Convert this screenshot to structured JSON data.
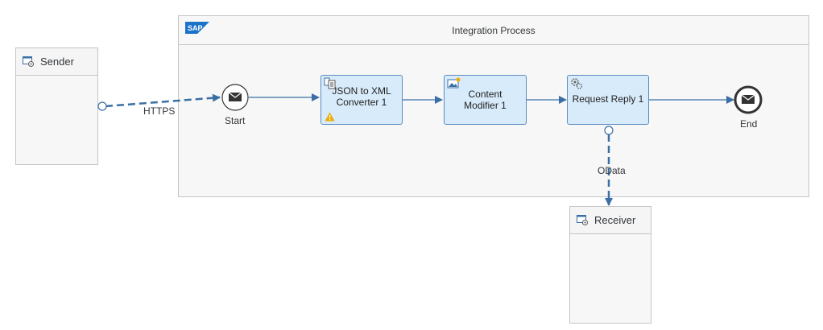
{
  "pool": {
    "title": "Integration Process",
    "logo_text": "SAP"
  },
  "sender": {
    "label": "Sender"
  },
  "receiver": {
    "label": "Receiver"
  },
  "events": {
    "start": "Start",
    "end": "End"
  },
  "steps": {
    "json_converter": [
      "JSON to XML",
      "Converter 1"
    ],
    "content_modifier": [
      "Content",
      "Modifier 1"
    ],
    "request_reply": "Request Reply 1"
  },
  "connections": {
    "sender_adapter": "HTTPS",
    "receiver_adapter": "OData"
  },
  "colors": {
    "flow": "#3a6fa5",
    "step_fill": "#d8ebfa",
    "step_border": "#5b8bbf",
    "warning": "#f0ab00"
  }
}
